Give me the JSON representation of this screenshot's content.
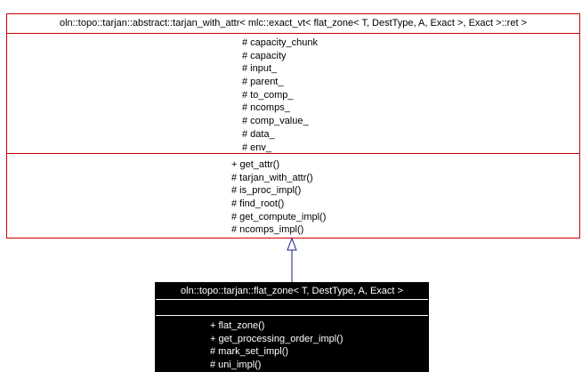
{
  "parent_class": {
    "title": "oln::topo::tarjan::abstract::tarjan_with_attr< mlc::exact_vt< flat_zone< T, DestType, A, Exact >, Exact >::ret >",
    "attributes": [
      "# capacity_chunk",
      "# capacity",
      "# input_",
      "# parent_",
      "# to_comp_",
      "# ncomps_",
      "# comp_value_",
      "# data_",
      "# env_"
    ],
    "methods": [
      "+ get_attr()",
      "# tarjan_with_attr()",
      "# is_proc_impl()",
      "# find_root()",
      "# get_compute_impl()",
      "# ncomps_impl()"
    ]
  },
  "child_class": {
    "title": "oln::topo::tarjan::flat_zone< T, DestType, A, Exact >",
    "methods": [
      "+ flat_zone()",
      "+ get_processing_order_impl()",
      "# mark_set_impl()",
      "# uni_impl()"
    ]
  },
  "colors": {
    "parent_border": "#cc0000",
    "child_fill": "#000000",
    "child_text": "#ffffff",
    "edge": "#1a1a8c"
  }
}
